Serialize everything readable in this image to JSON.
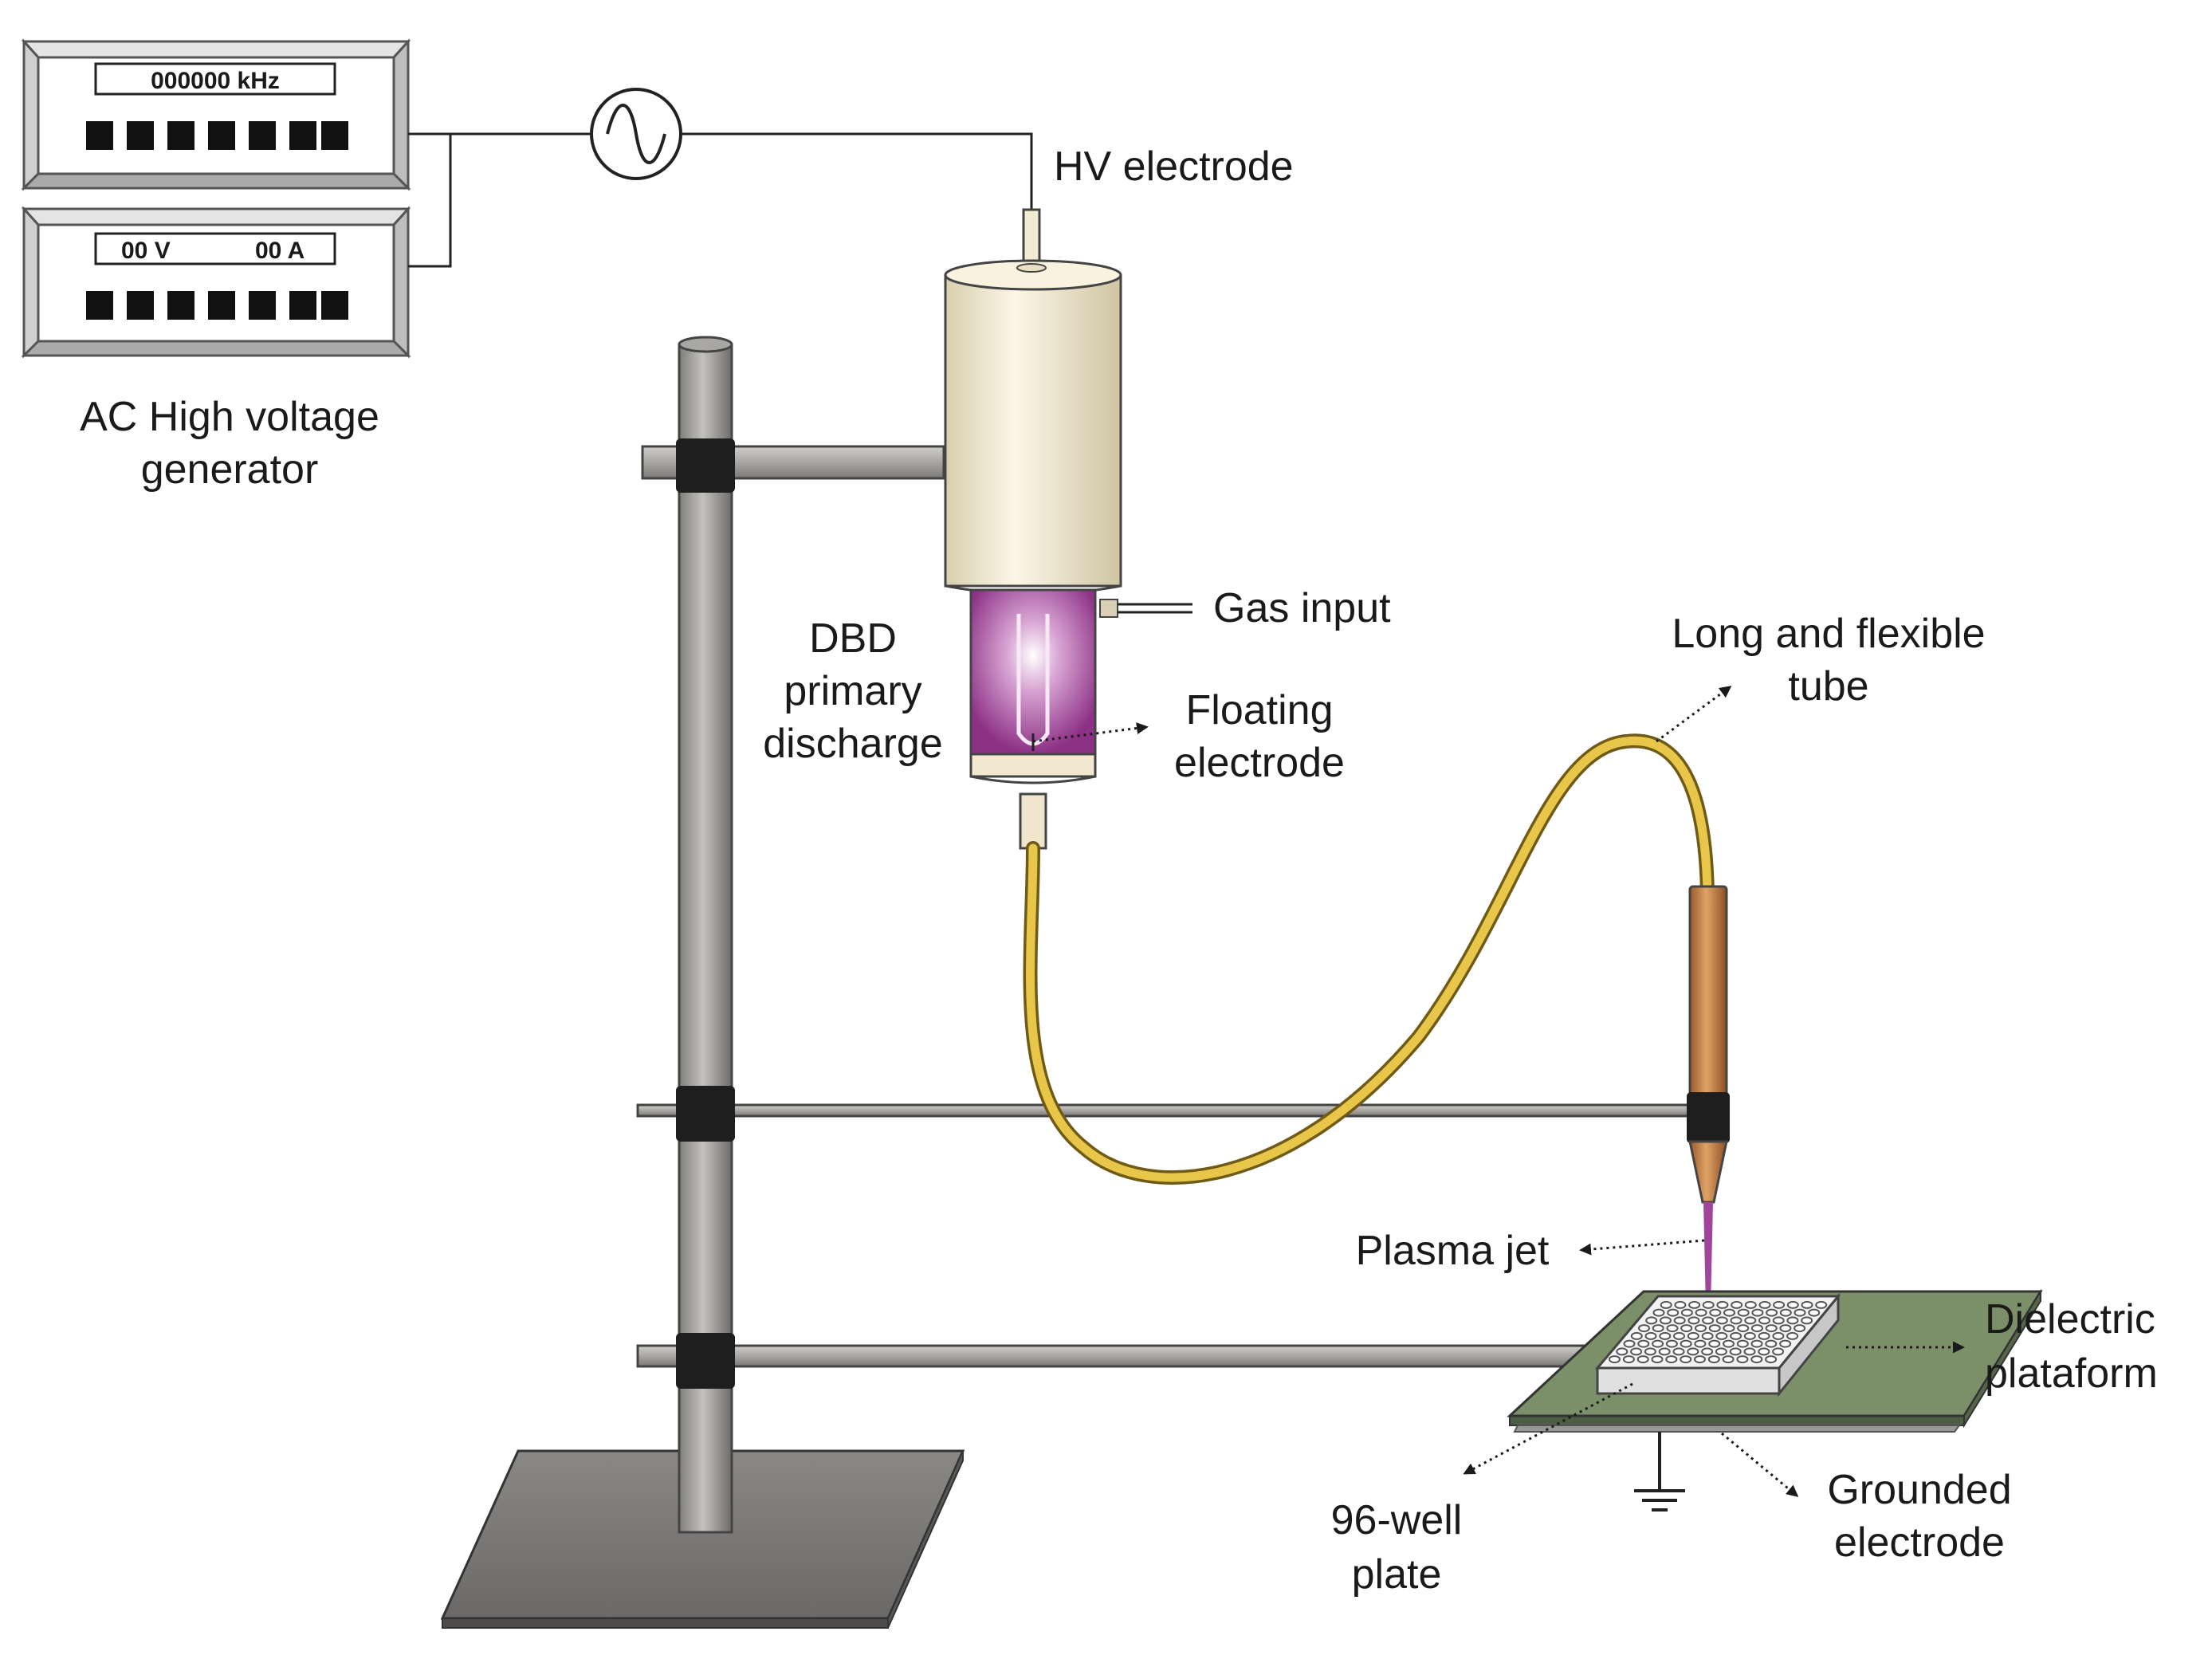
{
  "labels": {
    "generator_line1": "AC High voltage",
    "generator_line2": "generator",
    "hv_electrode": "HV electrode",
    "gas_input": "Gas input",
    "dbd_line1": "DBD",
    "dbd_line2": "primary",
    "dbd_line3": "discharge",
    "floating_line1": "Floating",
    "floating_line2": "electrode",
    "tube_line1": "Long and flexible",
    "tube_line2": "tube",
    "plasma_jet": "Plasma jet",
    "dielectric_line1": "Dielectric",
    "dielectric_line2": "plataform",
    "well_line1": "96-well",
    "well_line2": "plate",
    "grounded_line1": "Grounded",
    "grounded_line2": "electrode"
  },
  "meters": {
    "frequency_display": "000000 kHz",
    "voltage_display": "00 V",
    "current_display": "00 A"
  },
  "icons": {
    "ac_source": "sine-wave-source-icon",
    "ground": "ground-symbol-icon"
  },
  "colors": {
    "stand_metal": "#9d9b98",
    "clamp_black": "#1e1e1e",
    "reactor_body": "#f4ecd4",
    "plasma_purple": "#9a3e92",
    "tube_yellow": "#e8c64a",
    "nozzle_copper": "#c98646",
    "platform_green": "#7b9068",
    "plate_white": "#f2f2f2"
  }
}
